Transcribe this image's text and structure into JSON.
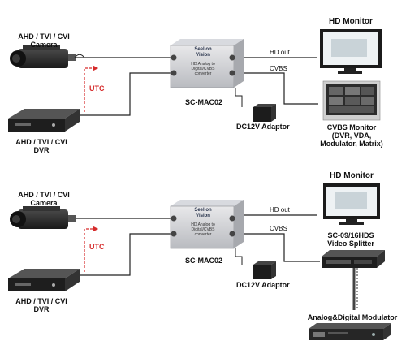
{
  "colors": {
    "utc_arrow": "#d62b2b",
    "wire": "#222222",
    "device_body": "#2a2a2a",
    "screen_bg": "#0d0d0d"
  },
  "top": {
    "camera_label": [
      "AHD / TVI / CVI",
      "Camera"
    ],
    "dvr_label": [
      "AHD / TVI / CVI",
      "DVR"
    ],
    "utc_label": "UTC",
    "converter_label": "SC-MAC02",
    "converter_badge": [
      "Seellon",
      "Vision"
    ],
    "converter_text": [
      "HD Analog to",
      "Digital/CVBS",
      "converter"
    ],
    "hd_out_label": "HD out",
    "cvbs_label": "CVBS",
    "adaptor_label": "DC12V Adaptor",
    "hd_monitor_label": "HD Monitor",
    "cvbs_monitor_label": [
      "CVBS Monitor",
      "(DVR, VDA,",
      "Modulator, Matrix)"
    ]
  },
  "bottom": {
    "camera_label": [
      "AHD / TVI / CVI",
      "Camera"
    ],
    "dvr_label": [
      "AHD / TVI / CVI",
      "DVR"
    ],
    "utc_label": "UTC",
    "converter_label": "SC-MAC02",
    "converter_badge": [
      "Seellon",
      "Vision"
    ],
    "converter_text": [
      "HD Analog to",
      "Digital/CVBS",
      "converter"
    ],
    "hd_out_label": "HD out",
    "cvbs_label": "CVBS",
    "adaptor_label": "DC12V Adaptor",
    "hd_monitor_label": "HD Monitor",
    "splitter_label": [
      "SC-09/16HDS",
      "Video Splitter"
    ],
    "modulator_label": "Analog&Digital Modulator"
  }
}
